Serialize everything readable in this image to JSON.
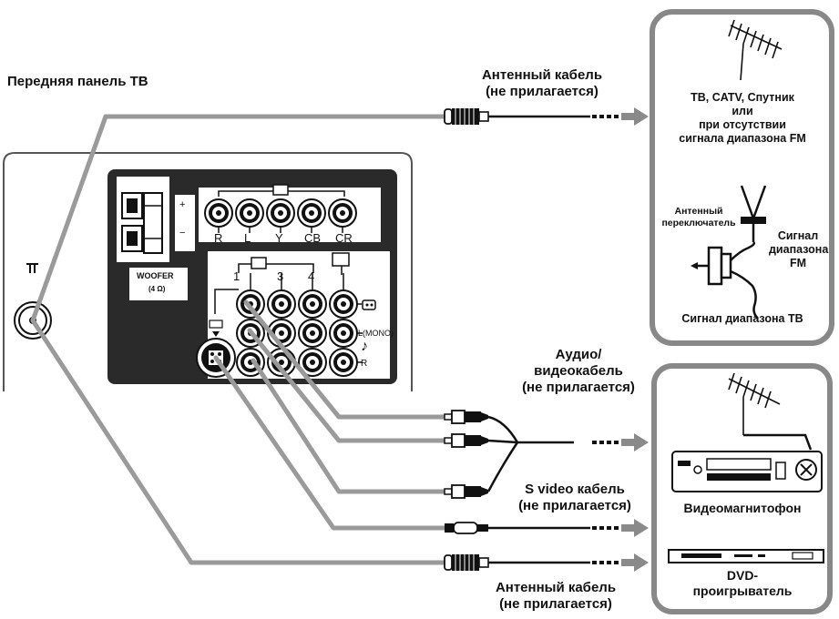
{
  "tv_panel": {
    "title": "Передняя панель ТВ",
    "woofer_label": "WOOFER",
    "woofer_impedance": "(4 Ω)",
    "plus_sign": "+",
    "minus_sign": "−",
    "component_jack_labels": [
      "R",
      "L",
      "Y",
      "CB",
      "CR"
    ],
    "input_numbers": [
      "1",
      "3",
      "4"
    ],
    "mono_label": "L(MONO)",
    "right_label": "R"
  },
  "antenna_cable_top": {
    "label": "Антенный кабель\n(не прилагается)"
  },
  "antenna_box": {
    "source_label": "ТВ, CATV, Спутник\nили\nпри отсутствии\nсигнала диапазона FM",
    "switch_label": "Антенный\nпереключатель",
    "fm_signal_label": "Сигнал\nдиапазона\nFM",
    "tv_signal_label": "Сигнал диапазона ТВ"
  },
  "av_cable": {
    "label": "Аудио/\nвидеокабель\n(не прилагается)"
  },
  "svideo_cable": {
    "label": "S video кабель\n(не прилагается)"
  },
  "antenna_cable_bottom": {
    "label": "Антенный кабель\n(не прилагается)"
  },
  "device_box": {
    "vcr_label": "Видеомагнитофон",
    "dvd_label": "DVD-\nпроигрыватель"
  }
}
